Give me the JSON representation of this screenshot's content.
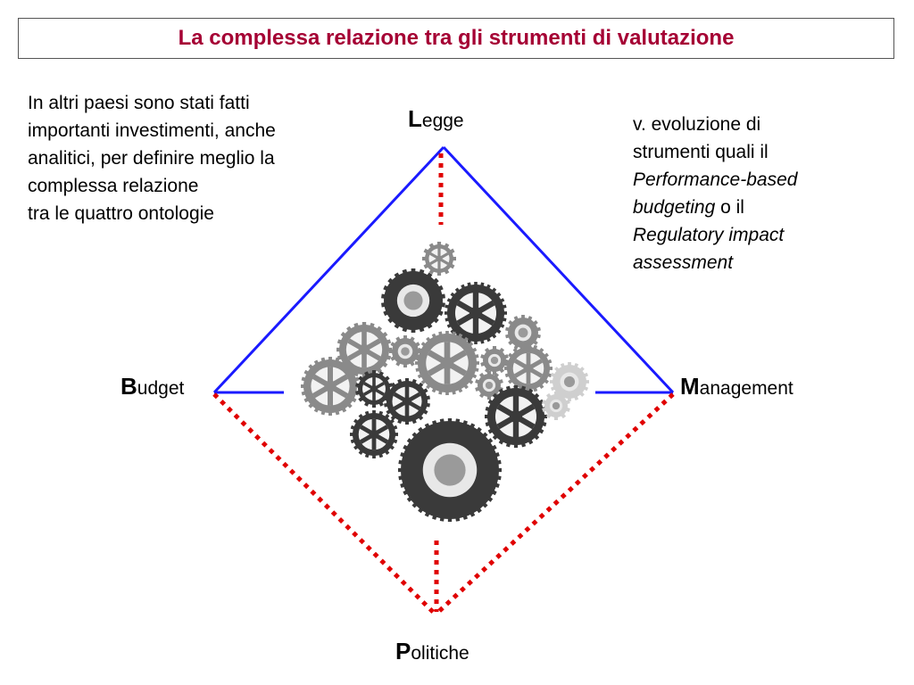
{
  "title": "La complessa relazione tra gli strumenti di valutazione",
  "left_text": {
    "lines": [
      "In altri paesi sono stati fatti",
      "importanti investimenti, anche",
      "analitici, per definire meglio la",
      "complessa relazione",
      "tra le quattro ontologie"
    ]
  },
  "right_text": {
    "line1": "v. evoluzione di",
    "line2": "strumenti quali il",
    "italic1": "Performance-based",
    "italic2": "budgeting",
    "normal3": " o il",
    "italic3": "Regulatory impact",
    "italic4": "assessment"
  },
  "vertices": {
    "legge": {
      "initial": "L",
      "rest": "egge"
    },
    "budget": {
      "initial": "B",
      "rest": "udget"
    },
    "management": {
      "initial": "M",
      "rest": "anagement"
    },
    "politiche": {
      "initial": "P",
      "rest": "olitiche"
    }
  },
  "colors": {
    "title": "#a50034",
    "solid_edge": "#1a1aff",
    "dotted_edge": "#e00000",
    "gear_dark": "#3a3a3a",
    "gear_mid": "#8a8a8a",
    "gear_light": "#cfcfcf"
  },
  "image": {
    "name": "gears-cluster"
  }
}
